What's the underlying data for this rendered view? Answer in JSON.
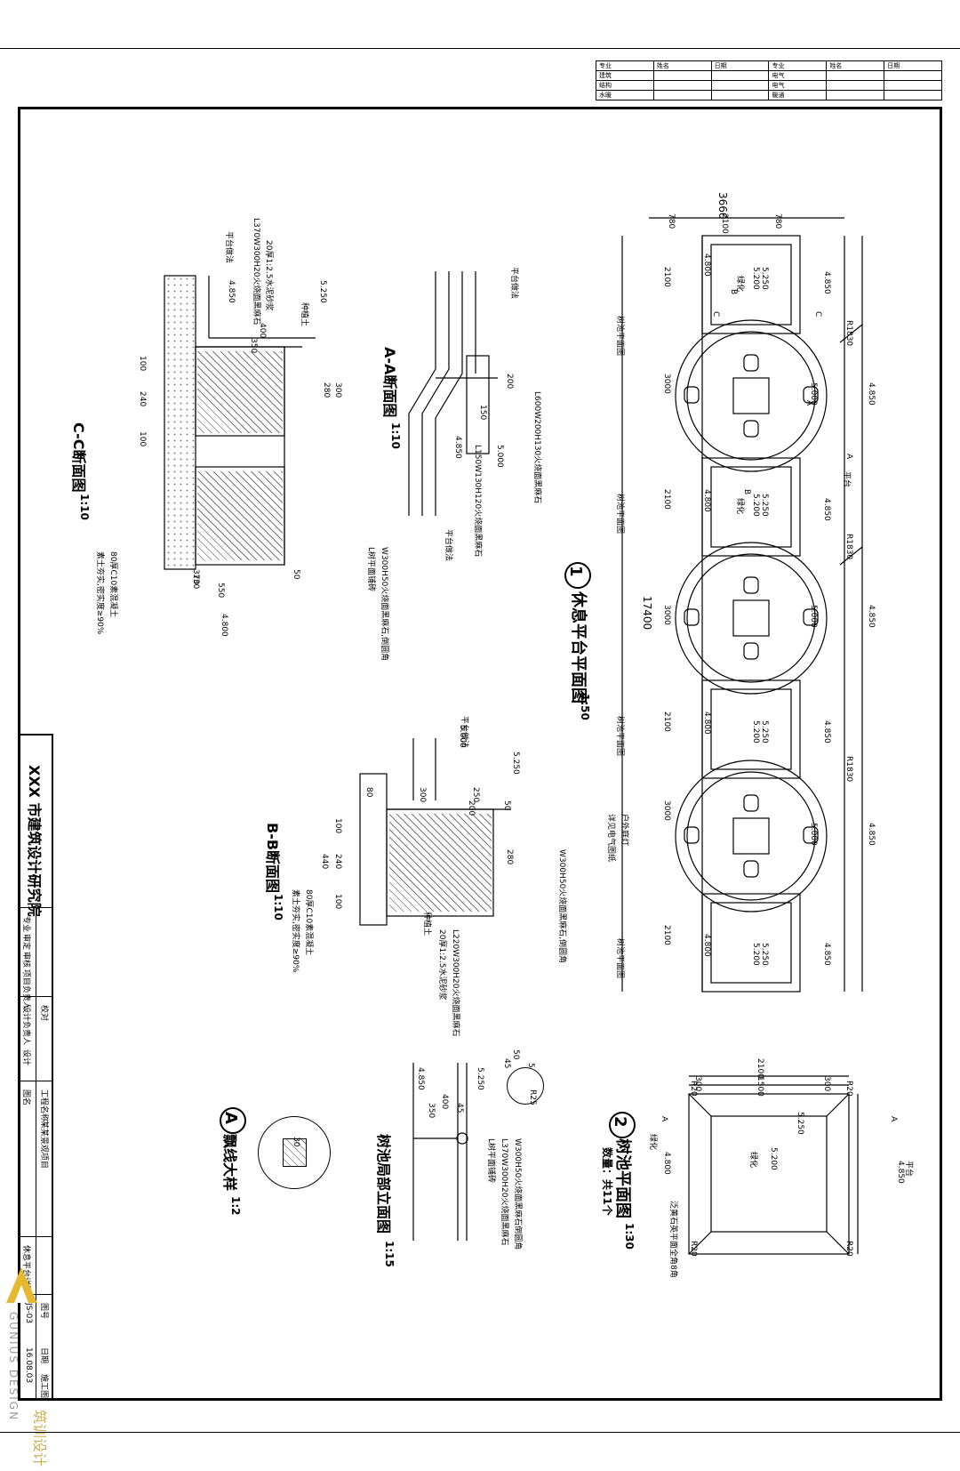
{
  "header_table": {
    "rows": [
      [
        "专业",
        "姓名",
        "日期",
        "专业",
        "姓名",
        "日期"
      ],
      [
        "建筑",
        "",
        "",
        "电气",
        "",
        ""
      ],
      [
        "结构",
        "",
        "",
        "电气",
        "",
        ""
      ],
      [
        "水暖",
        "",
        "",
        "暖通",
        "",
        ""
      ]
    ]
  },
  "plan1": {
    "title": "休息平台平面图",
    "scale": "1:50",
    "number": "1",
    "dims_top": [
      "3660",
      "780",
      "2100",
      "780"
    ],
    "dims_left": [
      "2100",
      "3000",
      "2100",
      "3000",
      "2100",
      "3000",
      "2100"
    ],
    "total": "17400",
    "radius": "R1830",
    "level_48": "4.850",
    "level_50": "5.000",
    "level_52": "5.250",
    "level_52b": "5.200",
    "level_480": "4.800",
    "green": "绿化",
    "platform": "平台",
    "label_A": "A",
    "label_B": "B",
    "label_C": "C",
    "note_tree": "树池平面图",
    "note_ref": "2",
    "note_lamp": "户外庭灯",
    "note_lamp2": "详见电气图纸"
  },
  "plan2": {
    "title": "树池平面图",
    "scale": "1:30",
    "number": "2",
    "qty": "数量：共11个",
    "dims": [
      "2100",
      "300",
      "1500",
      "300"
    ],
    "r20": "R20",
    "level_top": "5.250",
    "level_mid": "5.200",
    "level_side": "4.800",
    "level_right": "4.850",
    "green": "绿化",
    "platform": "平台",
    "label_A": "A",
    "note": "泛黄石英平面全角8角"
  },
  "section_aa": {
    "title": "A-A断面图",
    "scale": "1:10",
    "level1": "5.000",
    "level2": "4.850",
    "dim1": "200",
    "dim2": "150",
    "note1": "L600W200H130火烧面黑麻石",
    "note2": "L150W130H120火烧面黑麻石",
    "note3": "平台做法",
    "note4": "平台做法"
  },
  "section_cc": {
    "title": "C-C断面图",
    "scale": "1:10",
    "level1": "5.250",
    "level2": "4.850",
    "level3": "4.800",
    "dims": [
      "400",
      "350",
      "300",
      "280",
      "100",
      "240",
      "100",
      "130",
      "370",
      "50",
      "550",
      "80"
    ],
    "note1": "20厚1:2.5水泥砂浆",
    "note2": "L370W300H20火烧面黑麻石",
    "note3": "W300H50火烧面黑麻石,倒圆角",
    "note4": "素土夯实,密实度≥90%",
    "note5": "80厚C10素混凝土",
    "note6": "L树平面铺砖",
    "note7": "平台做法",
    "note8": "种植土"
  },
  "section_bb": {
    "title": "B-B断面图",
    "scale": "1:10",
    "level1": "5.250",
    "level2": "5.000",
    "dims": [
      "80",
      "300",
      "250",
      "200",
      "50",
      "100",
      "240",
      "100",
      "440",
      "280",
      "80"
    ],
    "note1": "W300H50火烧面黑麻石,倒圆角",
    "note2": "L220W300H20火烧面黑麻石",
    "note3": "20厚1:2.5水泥砂浆",
    "note4": "素土夯实,密实度≥90%",
    "note5": "80厚C10素混凝土",
    "note6": "平台做法",
    "note7": "种植土"
  },
  "elevation": {
    "title": "树池局部立面图",
    "scale": "1:15",
    "dims": [
      "50",
      "45",
      "5",
      "400",
      "350",
      "45",
      "5"
    ],
    "level1": "5.250",
    "level2": "4.850",
    "r25": "R25",
    "note1": "W300H50火烧面黑麻石倒圆角",
    "note2": "L370W300H20火烧面黑麻石",
    "note3": "L树平面铺砖"
  },
  "detail_a": {
    "title": "飘线大样",
    "scale": "1:2",
    "number": "A",
    "dim": "30"
  },
  "title_block": {
    "institute": "XXX 市建筑设计研究院",
    "rows": [
      "专业",
      "审定",
      "审核",
      "项目负责人"
    ],
    "rows2": [
      "校对",
      "设计负责人",
      "设计"
    ],
    "project": "工程名称",
    "project_name": "某某景观项目",
    "drawing": "图名",
    "drawing_name": "休息平台详图",
    "sheet": "图号",
    "sheet_no": "JS-03",
    "date_label": "日期",
    "date": "16.08.03",
    "stage": "施工图"
  },
  "watermark": {
    "brand": "GUNIUS DESIGN",
    "cn": "筑训设计"
  }
}
